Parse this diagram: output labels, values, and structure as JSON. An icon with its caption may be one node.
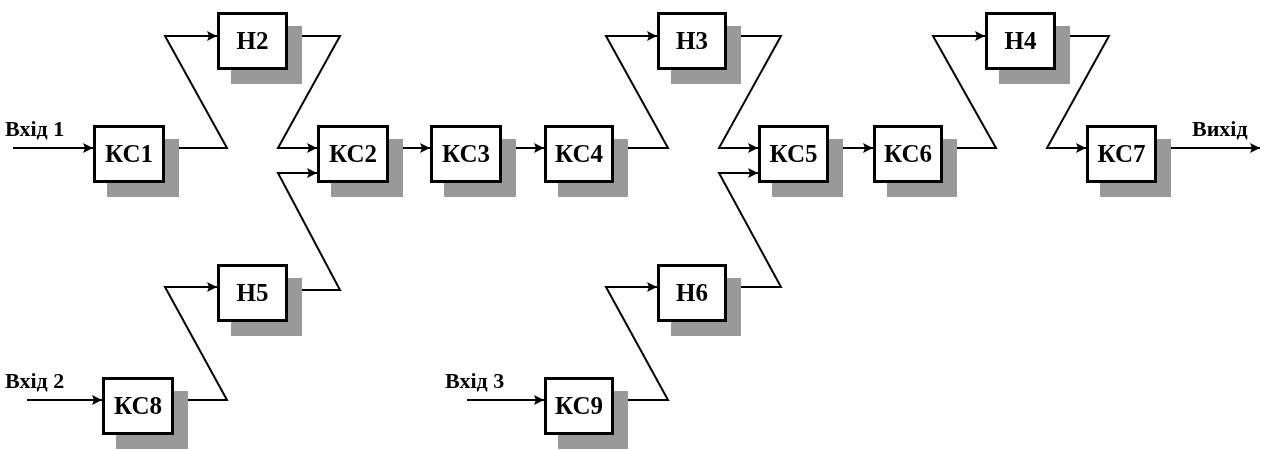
{
  "diagram": {
    "nodes": [
      {
        "text": [
          "Н2"
        ]
      },
      {
        "text": [
          "Н3"
        ]
      },
      {
        "text": [
          "Н4"
        ]
      },
      {
        "text": [
          "КС1"
        ]
      },
      {
        "text": [
          "КС2"
        ]
      },
      {
        "text": [
          "КС3"
        ]
      },
      {
        "text": [
          "КС4"
        ]
      },
      {
        "text": [
          "КС5"
        ]
      },
      {
        "text": [
          "КС6"
        ]
      },
      {
        "text": [
          "КС7"
        ]
      },
      {
        "text": [
          "Н5"
        ]
      },
      {
        "text": [
          "Н6"
        ]
      },
      {
        "text": [
          "КС8"
        ]
      },
      {
        "text": [
          "КС9"
        ]
      }
    ],
    "edges": [
      {
        "from": null,
        "to": 3,
        "arrow": "to",
        "label": "Вхід 1"
      },
      {
        "from": 3,
        "to": 0,
        "arrow": "to"
      },
      {
        "from": 0,
        "to": 4,
        "arrow": "to"
      },
      {
        "from": 10,
        "to": 4,
        "arrow": "to"
      },
      {
        "from": null,
        "to": 12,
        "arrow": "to",
        "label": "Вхід 2"
      },
      {
        "from": 12,
        "to": 10,
        "arrow": "to"
      },
      {
        "from": 4,
        "to": 5,
        "arrow": "to"
      },
      {
        "from": 5,
        "to": 6,
        "arrow": "to"
      },
      {
        "from": 6,
        "to": 1,
        "arrow": "to"
      },
      {
        "from": 1,
        "to": 7,
        "arrow": "to"
      },
      {
        "from": 11,
        "to": 7,
        "arrow": "to"
      },
      {
        "from": null,
        "to": 13,
        "arrow": "to",
        "label": "Вхід 3"
      },
      {
        "from": 13,
        "to": 11,
        "arrow": "to"
      },
      {
        "from": 7,
        "to": 8,
        "arrow": "to"
      },
      {
        "from": 8,
        "to": 2,
        "arrow": "to"
      },
      {
        "from": 2,
        "to": 9,
        "arrow": "to"
      },
      {
        "from": 9,
        "to": null,
        "arrow": "to",
        "label": "Вихід"
      }
    ]
  }
}
